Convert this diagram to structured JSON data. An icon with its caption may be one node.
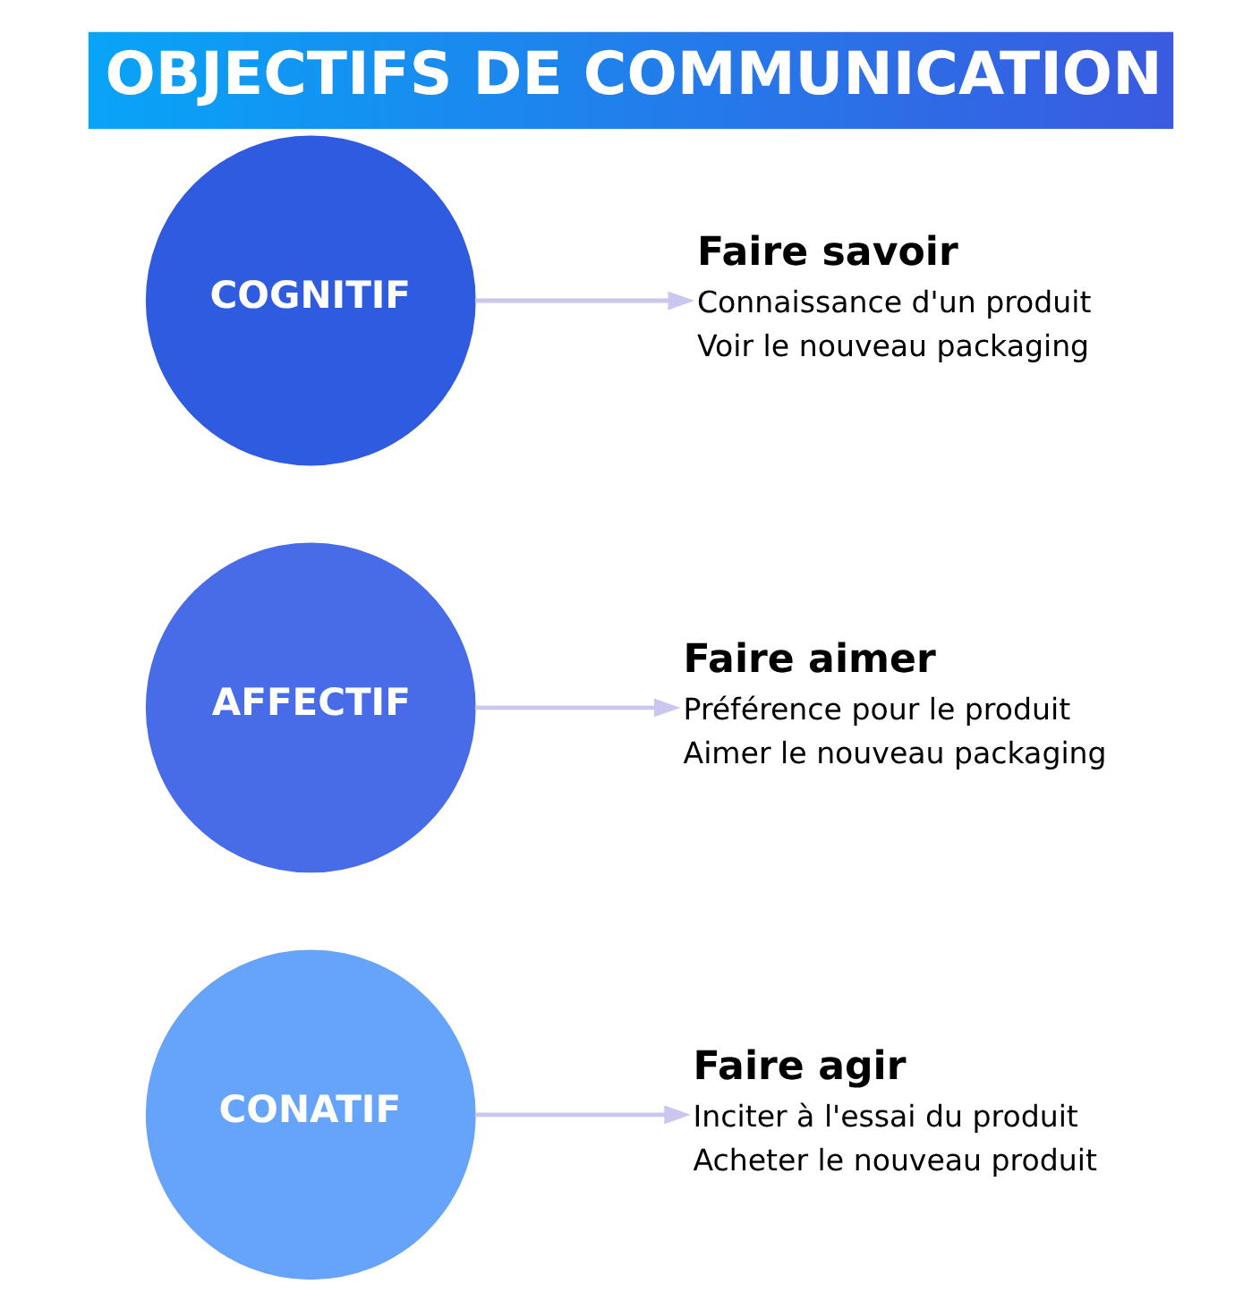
{
  "diagram": {
    "title": "OBJECTIFS DE COMMUNICATION",
    "nodes": [
      {
        "text": [
          "COGNITIF"
        ]
      },
      {
        "text": [
          "Faire savoir",
          "Connaissance d'un produit",
          "Voir le nouveau packaging"
        ]
      },
      {
        "text": [
          "AFFECTIF"
        ]
      },
      {
        "text": [
          "Faire aimer",
          "Préférence pour le produit",
          "Aimer le nouveau packaging"
        ]
      },
      {
        "text": [
          "CONATIF"
        ]
      },
      {
        "text": [
          "Faire agir",
          "Inciter à l'essai du produit",
          "Acheter le nouveau produit"
        ]
      }
    ],
    "edges": [
      {
        "from": 0,
        "to": 1,
        "arrow": "to"
      },
      {
        "from": 2,
        "to": 3,
        "arrow": "to"
      },
      {
        "from": 4,
        "to": 5,
        "arrow": "to"
      }
    ]
  }
}
